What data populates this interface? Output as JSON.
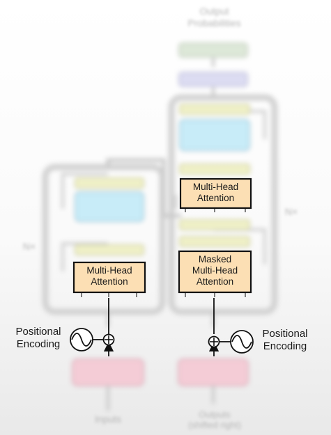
{
  "blurred": {
    "top_output_line1": "Output",
    "top_output_line2": "Probabilities",
    "encoder_stack_label": "N×",
    "decoder_stack_label": "N×",
    "bottom_left_label": "Inputs",
    "bottom_right_line1": "Outputs",
    "bottom_right_line2": "(shifted right)"
  },
  "encoder_attention": {
    "line1": "Multi-Head",
    "line2": "Attention"
  },
  "decoder_cross_attention": {
    "line1": "Multi-Head",
    "line2": "Attention"
  },
  "decoder_masked_attention": {
    "line1": "Masked",
    "line2": "Multi-Head",
    "line3": "Attention"
  },
  "positional_encoding_left": {
    "line1": "Positional",
    "line2": "Encoding"
  },
  "positional_encoding_right": {
    "line1": "Positional",
    "line2": "Encoding"
  },
  "colors": {
    "attention_fill": "#fcdfb4",
    "attention_stroke": "#111111",
    "add_norm_fill": "#f0f1c8",
    "feed_forward_fill": "#c8ecf8",
    "embedding_fill": "#f4ccd6",
    "linear_fill": "#dde8d8",
    "softmax_fill": "#dcdcf2",
    "frame_stroke": "#d0d0d0"
  }
}
